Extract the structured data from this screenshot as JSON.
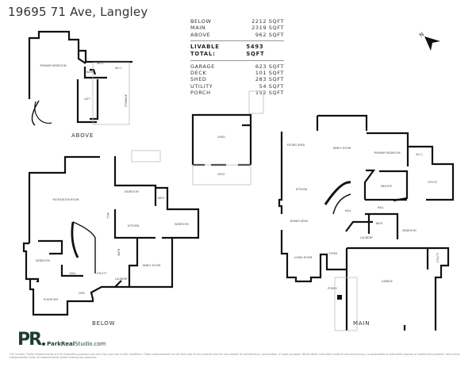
{
  "header": {
    "title": "19695 71 Ave, Langley"
  },
  "area_summary": {
    "levels": [
      {
        "label": "BELOW",
        "value": "2212 SQFT"
      },
      {
        "label": "MAIN",
        "value": "2319 SQFT"
      },
      {
        "label": "ABOVE",
        "value": "962 SQFT"
      }
    ],
    "total": {
      "label": "LIVABLE TOTAL:",
      "value": "5493 SQFT"
    },
    "other": [
      {
        "label": "GARAGE",
        "value": "623 SQFT"
      },
      {
        "label": "DECK",
        "value": "101 SQFT"
      },
      {
        "label": "SHED",
        "value": "283 SQFT"
      },
      {
        "label": "UTILITY",
        "value": "54 SQFT"
      },
      {
        "label": "PORCH",
        "value": "152 SQFT"
      }
    ]
  },
  "compass": {
    "label": "N",
    "icon": "north-arrow-icon"
  },
  "plans": {
    "above": {
      "label": "ABOVE",
      "rooms": [
        {
          "name": "Primary Bedroom"
        },
        {
          "name": "W.I.C."
        },
        {
          "name": "Bath"
        },
        {
          "name": "W.I.C."
        },
        {
          "name": "Loft"
        },
        {
          "name": "Storage"
        }
      ]
    },
    "shed": {
      "rooms": [
        {
          "name": "Shed"
        },
        {
          "name": "Deck"
        }
      ]
    },
    "below": {
      "label": "BELOW",
      "rooms": [
        {
          "name": "Recreation Room"
        },
        {
          "name": "Hall"
        },
        {
          "name": "Bedroom"
        },
        {
          "name": "Bath"
        },
        {
          "name": "Kitchen"
        },
        {
          "name": "Bedroom"
        },
        {
          "name": "Bedroom"
        },
        {
          "name": "Bath"
        },
        {
          "name": "Family Room"
        },
        {
          "name": "Hall"
        },
        {
          "name": "Utility"
        },
        {
          "name": "Laundry"
        },
        {
          "name": "Playroom"
        },
        {
          "name": "Den"
        }
      ]
    },
    "main": {
      "label": "MAIN",
      "rooms": [
        {
          "name": "Eating Area"
        },
        {
          "name": "Family Room"
        },
        {
          "name": "Primary Bedroom"
        },
        {
          "name": "W.I.C."
        },
        {
          "name": "Kitchen"
        },
        {
          "name": "Ensuite"
        },
        {
          "name": "Office"
        },
        {
          "name": "Hall"
        },
        {
          "name": "Hall"
        },
        {
          "name": "Dining Area"
        },
        {
          "name": "Bath"
        },
        {
          "name": "Bedroom"
        },
        {
          "name": "Laundry"
        },
        {
          "name": "Living Room"
        },
        {
          "name": "Foyer"
        },
        {
          "name": "Porch"
        },
        {
          "name": "Garage"
        },
        {
          "name": "Utility"
        }
      ]
    }
  },
  "branding": {
    "logo_mark": "PR",
    "site_prefix": "ParkReal",
    "site_suffix": "Studio.com",
    "brand_color": "#1f3d36"
  },
  "disclaimer": "TSC insured. These measurements are for illustrative purposes only and may vary due to site conditions. These measurements do not form part of any contract and are not suitable for architectural, construction, or legal purposes. While efforts have been made to ensure accuracy, no guarantees or warranties express or implied are provided. Users must independently verify all measurements before making any decisions."
}
